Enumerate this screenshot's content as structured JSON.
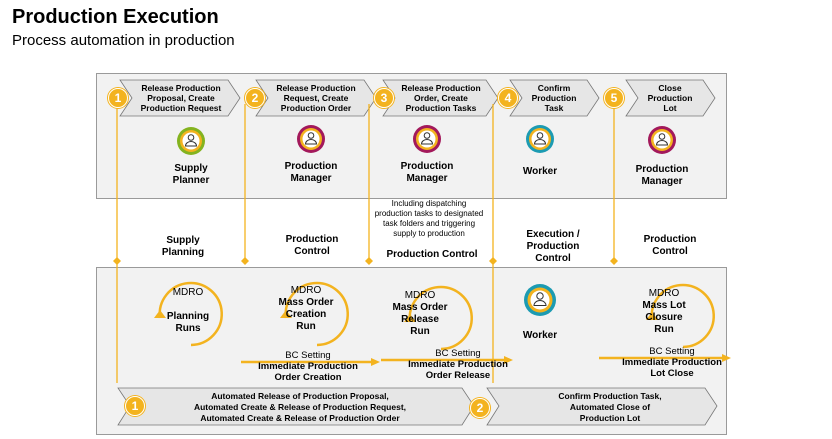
{
  "header": {
    "title": "Production Execution",
    "subtitle": "Process automation in production"
  },
  "steps": [
    {
      "num": "1",
      "label_lines": [
        "Release Production",
        "Proposal, Create",
        "Production Request"
      ],
      "role_lines": [
        "Supply",
        "Planner"
      ]
    },
    {
      "num": "2",
      "label_lines": [
        "Release Production",
        "Request, Create",
        "Production Order"
      ],
      "role_lines": [
        "Production",
        "Manager"
      ]
    },
    {
      "num": "3",
      "label_lines": [
        "Release Production",
        "Order, Create",
        "Production Tasks"
      ],
      "role_lines": [
        "Production",
        "Manager"
      ]
    },
    {
      "num": "4",
      "label_lines": [
        "Confirm",
        "Production",
        "Task"
      ],
      "role_lines": [
        "Worker"
      ]
    },
    {
      "num": "5",
      "label_lines": [
        "Close",
        "Production",
        "Lot"
      ],
      "role_lines": [
        "Production",
        "Manager"
      ]
    }
  ],
  "note_lines": [
    "Including dispatching",
    "production tasks to designated",
    "task folders and triggering",
    "supply to production"
  ],
  "areas": [
    {
      "lines": [
        "Supply",
        "Planning"
      ]
    },
    {
      "lines": [
        "Production",
        "Control"
      ]
    },
    {
      "lines": [
        "Production Control"
      ]
    },
    {
      "lines": [
        "Execution /",
        "Production",
        "Control"
      ]
    },
    {
      "lines": [
        "Production",
        "Control"
      ]
    }
  ],
  "cycles": [
    {
      "top": "MDRO",
      "lines": [
        "Planning",
        "Runs"
      ]
    },
    {
      "top": "MDRO",
      "lines": [
        "Mass Order",
        "Creation",
        "Run"
      ]
    },
    {
      "top": "MDRO",
      "lines": [
        "Mass Order",
        "Release",
        "Run"
      ]
    },
    {
      "top": "",
      "lines": [
        "Worker"
      ]
    },
    {
      "top": "MDRO",
      "lines": [
        "Mass Lot",
        "Closure",
        "Run"
      ]
    }
  ],
  "bc_settings": [
    {
      "label": "BC Setting",
      "lines": [
        "Immediate Production",
        "Order Creation"
      ]
    },
    {
      "label": "BC Setting",
      "lines": [
        "Immediate Production",
        "Order Release"
      ]
    },
    {
      "label": "BC Setting",
      "lines": [
        "Immediate Production",
        "Lot Close"
      ]
    }
  ],
  "bottom": [
    {
      "num": "1",
      "lines": [
        "Automated Release of Production Proposal,",
        "Automated Create & Release of Production Request,",
        "Automated Create & Release of Production Order"
      ]
    },
    {
      "num": "2",
      "lines": [
        "Confirm Production Task,",
        "Automated Close of",
        "Production Lot"
      ]
    }
  ],
  "colors": {
    "accent": "#f3b31f",
    "panel": "#f2f2f2",
    "chevron": "#e6e6e6",
    "ring_outer": "#a3195b",
    "ring_worker": "#1c9bb2",
    "ring_supply": "#84b31f"
  }
}
